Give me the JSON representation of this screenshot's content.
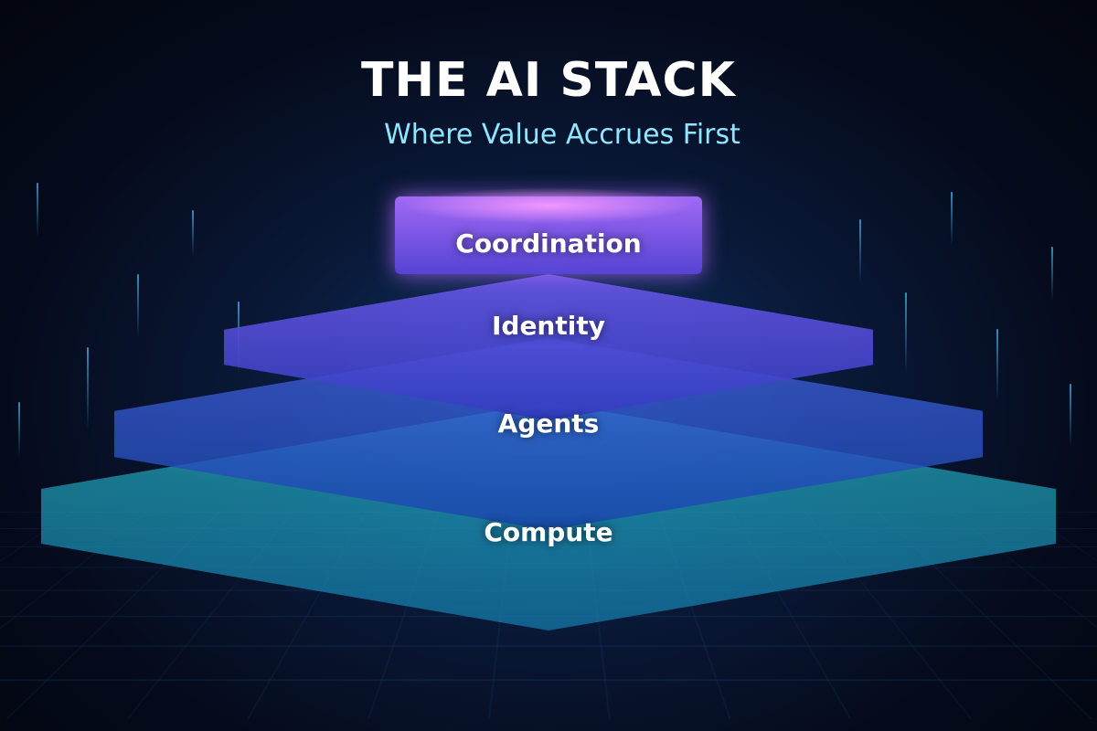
{
  "title": "THE AI STACK",
  "subtitle": "Where Value Accrues First",
  "layers": [
    {
      "label": "Coordination",
      "color": "#7a4df0"
    },
    {
      "label": "Identity",
      "color": "#5b4de0"
    },
    {
      "label": "Agents",
      "color": "#3a5fd8"
    },
    {
      "label": "Compute",
      "color": "#1fd6d6"
    }
  ],
  "colors": {
    "background": "#050b1c",
    "title": "#ffffff",
    "subtitle": "#8fe6ff",
    "accent_purple": "#b06cff",
    "accent_cyan": "#2fe3e6"
  }
}
